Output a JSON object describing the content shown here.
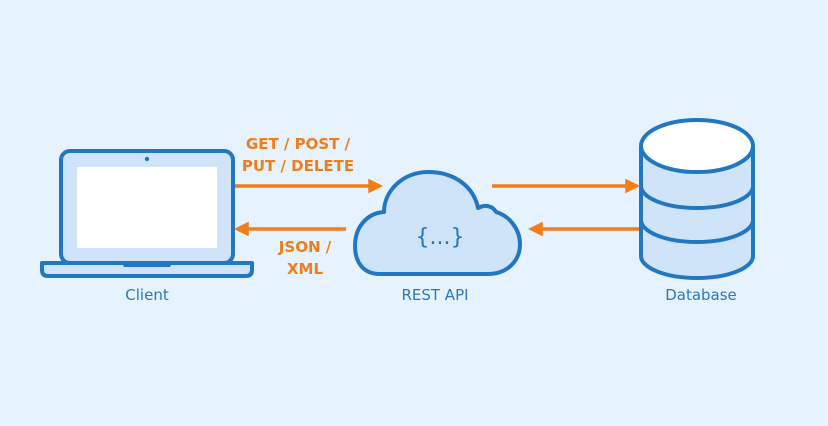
{
  "diagram": {
    "title": "REST API architecture",
    "colors": {
      "background": "#e6f2fd",
      "stroke": "#2277c2",
      "fill_light": "#cfe4f8",
      "fill_white": "#ffffff",
      "arrow": "#f07d1a",
      "label": "#2a78bf"
    },
    "nodes": [
      {
        "id": "client",
        "label": "Client",
        "icon": "laptop-icon"
      },
      {
        "id": "api",
        "label": "REST API",
        "icon": "cloud-icon",
        "glyph": "{...}"
      },
      {
        "id": "db",
        "label": "Database",
        "icon": "database-icon"
      }
    ],
    "edges": [
      {
        "from": "client",
        "to": "api",
        "direction": "right",
        "label_lines": [
          "GET / POST /",
          "PUT / DELETE"
        ]
      },
      {
        "from": "api",
        "to": "client",
        "direction": "left",
        "label_lines": [
          "JSON /",
          "XML"
        ]
      },
      {
        "from": "api",
        "to": "db",
        "direction": "right",
        "label_lines": []
      },
      {
        "from": "db",
        "to": "api",
        "direction": "left",
        "label_lines": []
      }
    ]
  }
}
